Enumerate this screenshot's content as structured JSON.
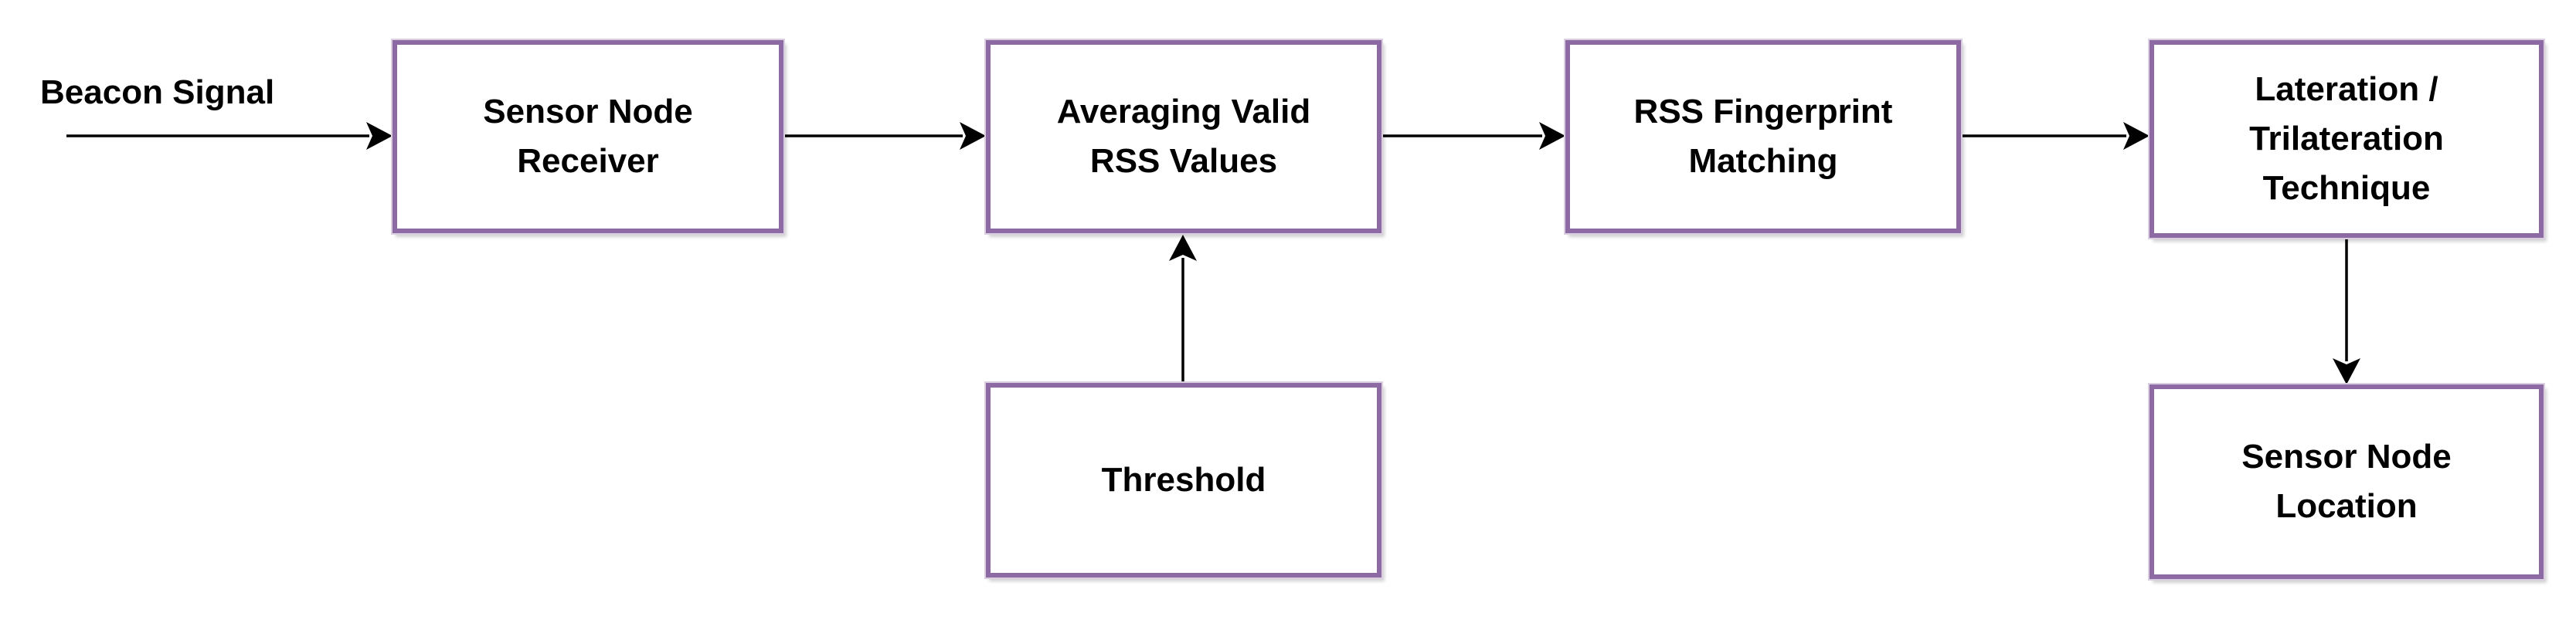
{
  "diagram": {
    "input_label": "Beacon Signal",
    "nodes": {
      "receiver": "Sensor Node\nReceiver",
      "averaging": "Averaging Valid\nRSS Values",
      "threshold": "Threshold",
      "fingerprint": "RSS Fingerprint\nMatching",
      "lateration": "Lateration /\nTrilateration\nTechnique",
      "location": "Sensor Node\nLocation"
    },
    "edges": [
      {
        "from": "Beacon Signal",
        "to": "Sensor Node Receiver"
      },
      {
        "from": "Sensor Node Receiver",
        "to": "Averaging Valid RSS Values"
      },
      {
        "from": "Threshold",
        "to": "Averaging Valid RSS Values"
      },
      {
        "from": "Averaging Valid RSS Values",
        "to": "RSS Fingerprint Matching"
      },
      {
        "from": "RSS Fingerprint Matching",
        "to": "Lateration / Trilateration Technique"
      },
      {
        "from": "Lateration / Trilateration Technique",
        "to": "Sensor Node Location"
      }
    ],
    "colors": {
      "box_border": "#8e6aa5",
      "arrow": "#000000",
      "text": "#000000"
    }
  }
}
